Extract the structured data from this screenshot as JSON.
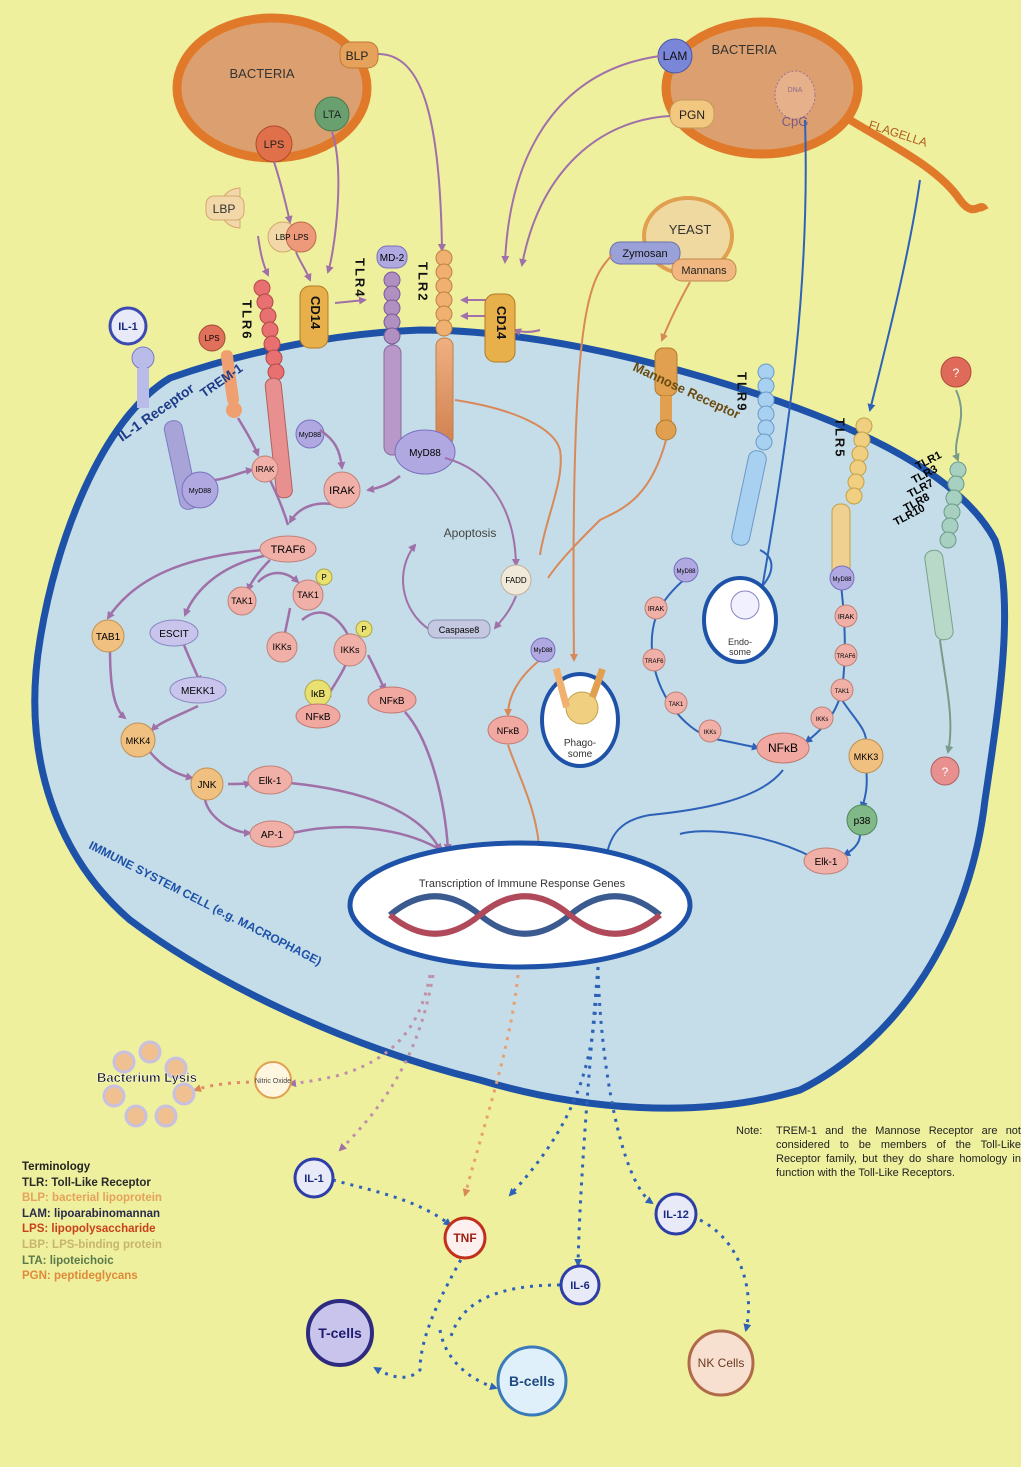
{
  "cell_label": "IMMUNE SYSTEM CELL (e.g. MACROPHAGE)",
  "pathogens": {
    "bacteria1": {
      "label": "BACTERIA",
      "ligands": [
        "BLP",
        "LTA",
        "LPS"
      ]
    },
    "bacteria2": {
      "label": "BACTERIA",
      "ligands": [
        "LAM",
        "PGN"
      ],
      "dna": "DNA",
      "cpg": "CpG",
      "flagella": "FLAGELLA"
    },
    "yeast": {
      "label": "YEAST",
      "ligands": [
        "Zymosan",
        "Mannans"
      ]
    }
  },
  "extracellular": {
    "lbp": "LBP",
    "lbp_complex": [
      "LBP",
      "LPS"
    ],
    "md2": "MD-2",
    "unknown_ligand": "?"
  },
  "receptors": {
    "il1_ligand": "IL-1",
    "il1r": "IL-1 Receptor",
    "trem1": "TREM-1",
    "trem1_ligand": "LPS",
    "tlr6": "TLR6",
    "cd14_left": "CD14",
    "tlr4": "TLR4",
    "tlr2": "TLR2",
    "cd14_right": "CD14",
    "mannose": "Mannose Receptor",
    "tlr9": "TLR9",
    "tlr5": "TLR5",
    "other_tlrs": [
      "TLR1",
      "TLR3",
      "TLR7",
      "TLR8",
      "TLR10"
    ]
  },
  "intracellular": {
    "myd88": "MyD88",
    "irak": "IRAK",
    "traf6": "TRAF6",
    "tak1": "TAK1",
    "p": "P",
    "ikks": "IKKs",
    "tab1": "TAB1",
    "escit": "ESCIT",
    "mekk1": "MEKK1",
    "mkk4": "MKK4",
    "jnk": "JNK",
    "elk1": "Elk-1",
    "ap1": "AP-1",
    "ikb": "IκB",
    "nfkb": "NFκB",
    "apoptosis": "Apoptosis",
    "fadd": "FADD",
    "caspase8": "Caspase8",
    "phagosome": "Phago-\nsome",
    "endosome": "Endo-\nsome",
    "mkk3": "MKK3",
    "p38": "p38",
    "unknown": "?"
  },
  "nucleus": {
    "label": "Transcription of Immune Response Genes"
  },
  "outputs": {
    "bacterium_lysis": "Bacterium Lysis",
    "nitric_oxide": "Nitric Oxide",
    "il1": "IL-1",
    "tnf": "TNF",
    "il6": "IL-6",
    "il12": "IL-12",
    "tcells": "T-cells",
    "bcells": "B-cells",
    "nkcells": "NK Cells"
  },
  "terminology": {
    "title": "Terminology",
    "items": [
      {
        "abbr": "TLR:",
        "text": "Toll-Like Receptor",
        "color": "#2a2a2a"
      },
      {
        "abbr": "BLP:",
        "text": "bacterial lipoprotein",
        "color": "#e6a25a"
      },
      {
        "abbr": "LAM:",
        "text": "lipoarabinomannan",
        "color": "#2a2a4a"
      },
      {
        "abbr": "LPS:",
        "text": "lipopolysaccharide",
        "color": "#c8401c"
      },
      {
        "abbr": "LBP:",
        "text": "LPS-binding protein",
        "color": "#c8b46e"
      },
      {
        "abbr": "LTA:",
        "text": "lipoteichoic",
        "color": "#5a7a4a"
      },
      {
        "abbr": "PGN:",
        "text": "peptideglycans",
        "color": "#e08a3a"
      }
    ]
  },
  "note": {
    "label": "Note:",
    "text": "TREM-1 and the Mannose Receptor are not considered to be members of the Toll-Like Receptor family, but they do share homology in function with the Toll-Like Receptors."
  },
  "colors": {
    "background": "#eef09e",
    "cell_fill": "#c4dde8",
    "membrane": "#1e52a8",
    "bacteria_fill": "#dca070",
    "bacteria_outline": "#e07a2a",
    "purple_arrow": "#a070a8",
    "blue_arrow": "#2e62b8",
    "orange_arrow": "#d98858"
  }
}
